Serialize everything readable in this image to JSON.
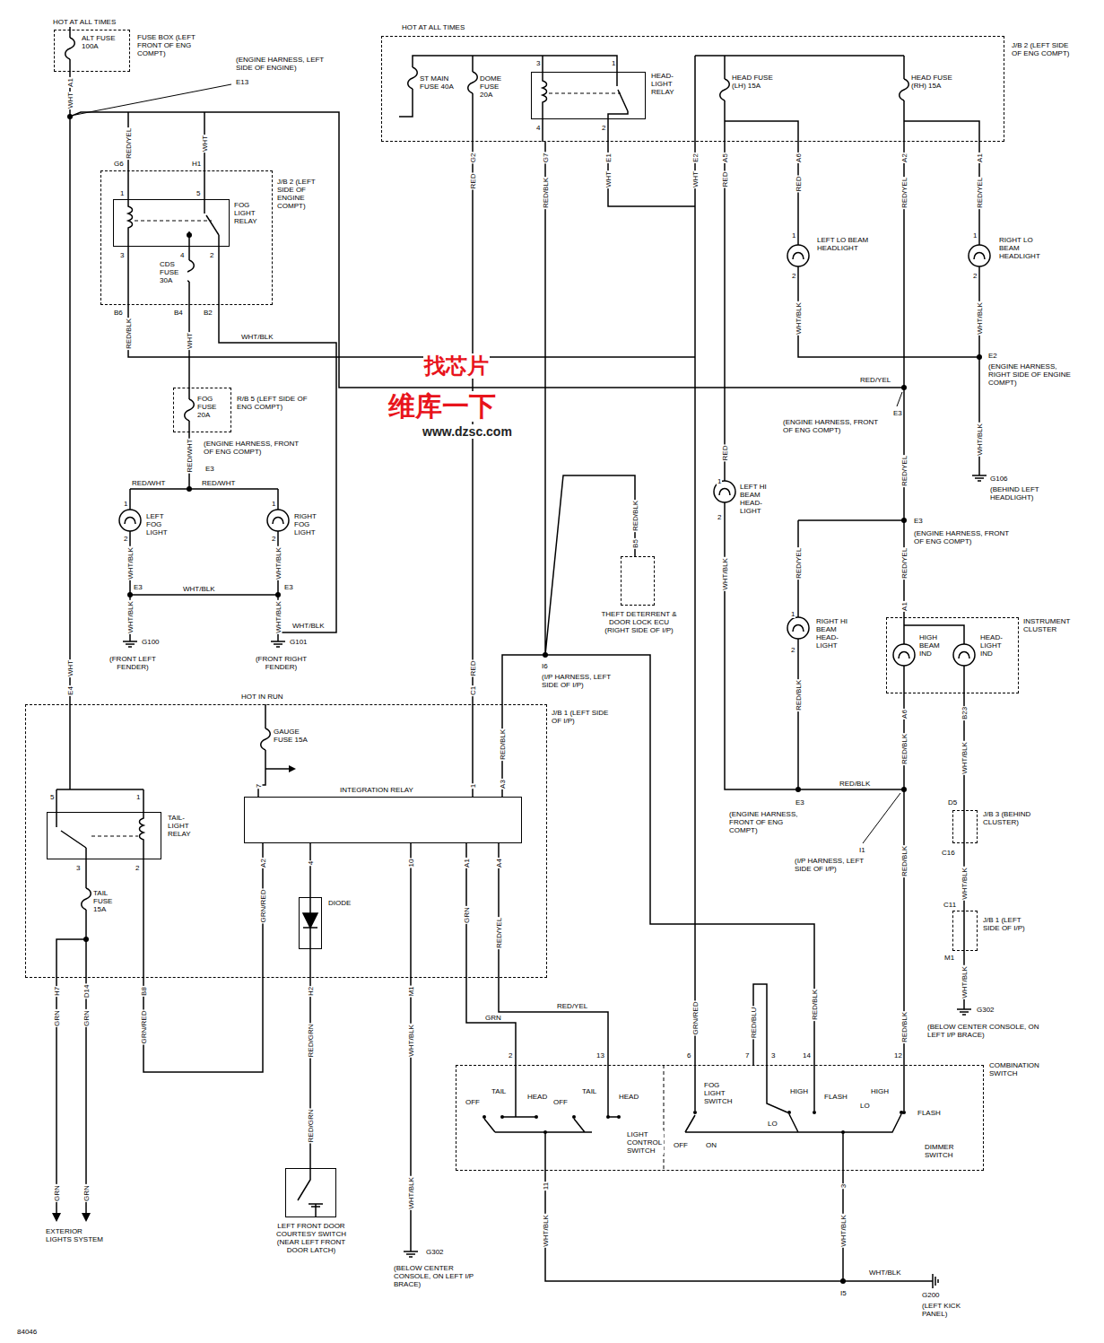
{
  "diagram": {
    "nodes": [
      {
        "text": [
          "ALT FUSE 100A",
          "FUSE BOX (LEFT FRONT OF ENG COMPT)"
        ]
      },
      {
        "text": [
          "J/B 2 (LEFT SIDE OF ENG COMPT)"
        ]
      },
      {
        "text": [
          "HEAD-LIGHT RELAY"
        ],
        "in": 1
      },
      {
        "text": [
          "J/B 2 (LEFT SIDE OF ENGINE COMPT)"
        ]
      },
      {
        "text": [
          "FOG LIGHT RELAY"
        ],
        "in": 3
      },
      {
        "text": [
          "FOG FUSE 20A",
          "R/B 5 (LEFT SIDE OF ENG COMPT)"
        ]
      },
      {
        "text": [
          "THEFT DETERRENT & DOOR LOCK ECU (RIGHT SIDE OF I/P)"
        ]
      },
      {
        "text": [
          "INSTRUMENT CLUSTER",
          "HIGH BEAM IND",
          "HEAD-LIGHT IND"
        ]
      },
      {
        "text": [
          "J/B 1 (LEFT SIDE OF I/P)"
        ]
      },
      {
        "text": [
          "TAIL-LIGHT RELAY"
        ],
        "in": 8
      },
      {
        "text": [
          "INTEGRATION RELAY"
        ],
        "in": 8
      },
      {
        "text": [
          "DIODE"
        ],
        "in": 8
      },
      {
        "text": [
          "J/B 3 (BEHIND CLUSTER)"
        ]
      },
      {
        "text": [
          "J/B 1 (LEFT SIDE OF I/P)"
        ]
      },
      {
        "text": [
          "LEFT FRONT DOOR COURTESY SWITCH (NEAR LEFT FRONT DOOR LATCH)"
        ]
      },
      {
        "text": [
          "COMBINATION SWITCH"
        ]
      }
    ],
    "edges": [
      {
        "from": 0,
        "to": 8,
        "arrow": "none"
      },
      {
        "from": 3,
        "to": 5,
        "arrow": "none"
      },
      {
        "from": 1,
        "to": 8,
        "arrow": "none"
      },
      {
        "from": 10,
        "to": 11,
        "arrow": "none"
      },
      {
        "from": 11,
        "to": 14,
        "arrow": "none"
      },
      {
        "from": 10,
        "to": 15,
        "arrow": "none"
      },
      {
        "from": 10,
        "to": 15,
        "arrow": "none"
      },
      {
        "from": 7,
        "to": 12,
        "arrow": "none"
      },
      {
        "from": 12,
        "to": 13,
        "arrow": "none"
      },
      {
        "from": 1,
        "to": 15,
        "arrow": "none"
      }
    ],
    "labels": [
      "HOT AT ALL TIMES",
      "A1",
      "WHT",
      "(ENGINE HARNESS, LEFT SIDE OF ENGINE)",
      "E13",
      "RED/YEL",
      "WHT",
      "G6",
      "H1",
      "1",
      "5",
      "3",
      "4",
      "2",
      "CDS FUSE 30A",
      "B6",
      "B4",
      "B2",
      "RED/BLK",
      "WHT",
      "WHT/BLK",
      "RED/WHT",
      "(ENGINE HARNESS, FRONT OF ENG COMPT)",
      "E3",
      "RED/WHT",
      "RED/WHT",
      "1",
      "1",
      "LEFT FOG LIGHT",
      "RIGHT FOG LIGHT",
      "2",
      "2",
      "WHT/BLK",
      "WHT/BLK",
      "E3",
      "WHT/BLK",
      "E3",
      "WHT/BLK",
      "WHT/BLK",
      "WHT/BLK",
      "G100",
      "G101",
      "(FRONT LEFT FENDER)",
      "(FRONT RIGHT FENDER)",
      "HOT AT ALL TIMES",
      "ST MAIN FUSE 40A",
      "DOME FUSE 20A",
      "3",
      "1",
      "4",
      "2",
      "HEAD FUSE (LH) 15A",
      "HEAD FUSE (RH) 15A",
      "G2",
      "RED",
      "G7",
      "RED/BLK",
      "E1",
      "WHT",
      "E2",
      "WHT",
      "A5",
      "RED",
      "A6",
      "RED",
      "A2",
      "RED/YEL",
      "A1",
      "RED/YEL",
      "1",
      "LEFT LO BEAM HEADLIGHT",
      "2",
      "1",
      "RIGHT LO BEAM HEADLIGHT",
      "2",
      "WHT/BLK",
      "WHT/BLK",
      "E2",
      "(ENGINE HARNESS, RIGHT SIDE OF ENGINE COMPT)",
      "RED/YEL",
      "E3",
      "(ENGINE HARNESS, FRONT OF ENG COMPT)",
      "RED/YEL",
      "WHT/BLK",
      "G106",
      "(BEHIND LEFT HEADLIGHT)",
      "RED",
      "1",
      "LEFT HI BEAM HEAD-LIGHT",
      "2",
      "WHT/BLK",
      "E3",
      "(ENGINE HARNESS, FRONT OF ENG COMPT)",
      "RED/YEL",
      "RED/YEL",
      "A1",
      "1",
      "RIGHT HI BEAM HEAD-LIGHT",
      "2",
      "RED/BLK",
      "A6",
      "RED/BLK",
      "B23",
      "WHT/BLK",
      "RED/BLK",
      "E3",
      "(ENGINE HARNESS, FRONT OF ENG COMPT)",
      "I1",
      "(I/P HARNESS, LEFT SIDE OF I/P)",
      "RED/BLK",
      "D5",
      "C16",
      "WHT/BLK",
      "C11",
      "M1",
      "WHT/BLK",
      "G302",
      "(BELOW CENTER CONSOLE, ON LEFT I/P BRACE)",
      "RED/BLK",
      "RED/BLK",
      "B5",
      "I6",
      "(I/P HARNESS, LEFT SIDE OF I/P)",
      "RED",
      "WHT",
      "E4",
      "C1",
      "HOT IN RUN",
      "GAUGE FUSE 15A",
      "RED/BLK",
      "7",
      "1",
      "A3",
      "5",
      "1",
      "3",
      "2",
      "TAIL FUSE 15A",
      "A2",
      "4",
      "10",
      "A1",
      "A4",
      "GRN/RED",
      "GRN",
      "RED/YEL",
      "B8",
      "GRN/RED",
      "H7",
      "GRN",
      "D14",
      "GRN",
      "H2",
      "RED/GRN",
      "M1",
      "WHT/BLK",
      "RED/GRN",
      "GRN",
      "GRN",
      "EXTERIOR LIGHTS SYSTEM",
      "WHT/BLK",
      "G302",
      "(BELOW CENTER CONSOLE, ON LEFT I/P BRACE)",
      "GRN",
      "RED/YEL",
      "GRN/RED",
      "RED/BLU",
      "RED/BLK",
      "2",
      "13",
      "6",
      "7",
      "3",
      "14",
      "12",
      "OFF",
      "TAIL",
      "HEAD",
      "OFF",
      "TAIL",
      "HEAD",
      "LIGHT CONTROL SWITCH",
      "FOG LIGHT SWITCH",
      "OFF",
      "ON",
      "HIGH",
      "FLASH",
      "LO",
      "HIGH",
      "LO",
      "FLASH",
      "DIMMER SWITCH",
      "11",
      "WHT/BLK",
      "3",
      "WHT/BLK",
      "WHT/BLK",
      "I5",
      "G200",
      "(LEFT KICK PANEL)",
      "84046",
      "找芯片",
      "维库一下",
      "www.dzsc.com"
    ]
  }
}
